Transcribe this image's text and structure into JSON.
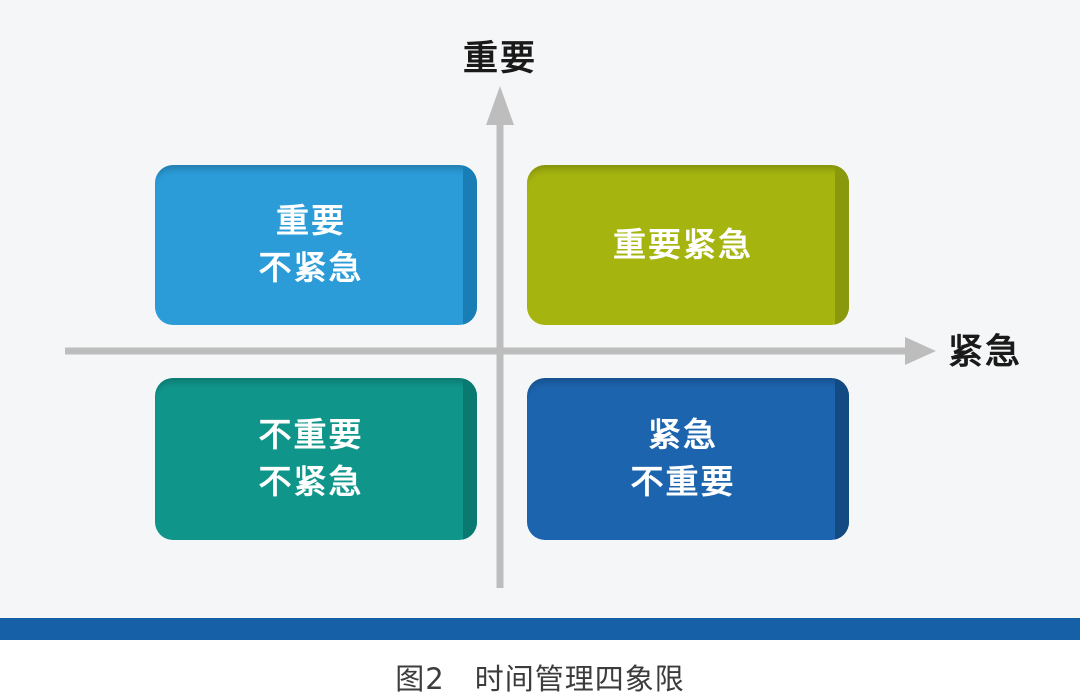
{
  "figure": {
    "caption": "图2　时间管理四象限"
  },
  "axes": {
    "y_label": "重要",
    "x_label": "紧急",
    "color": "#bdbdbd",
    "label_color": "#1a1a1a"
  },
  "quadrants": [
    {
      "name": "important-not-urgent",
      "position": "top-left",
      "lines": [
        "重要",
        "不紧急"
      ],
      "color": "#2b9cd8",
      "edge_color": "#1a7eb6",
      "text_color": "#ffffff"
    },
    {
      "name": "important-urgent",
      "position": "top-right",
      "lines": [
        "重要紧急"
      ],
      "color": "#a5b40f",
      "edge_color": "#8a990c",
      "text_color": "#ffffff"
    },
    {
      "name": "not-important-not-urgent",
      "position": "bottom-left",
      "lines": [
        "不重要",
        "不紧急"
      ],
      "color": "#10958a",
      "edge_color": "#0a7a70",
      "text_color": "#ffffff"
    },
    {
      "name": "urgent-not-important",
      "position": "bottom-right",
      "lines": [
        "紧急",
        "不重要"
      ],
      "color": "#1d64ae",
      "edge_color": "#134a82",
      "text_color": "#ffffff"
    }
  ],
  "footer": {
    "bar_color": "#1560a7"
  },
  "background": {
    "canvas": "#f5f6f7",
    "page": "#ffffff"
  }
}
